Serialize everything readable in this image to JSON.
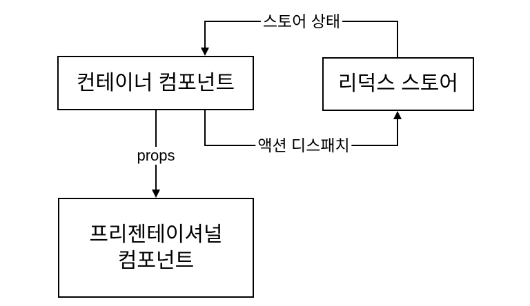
{
  "colors": {
    "background": "#ffffff",
    "stroke": "#000000",
    "text": "#000000"
  },
  "nodes": {
    "container": {
      "label": "컨테이너 컴포넌트"
    },
    "store": {
      "label": "리덕스 스토어"
    },
    "presentational": {
      "lines": [
        "프리젠테이셔널",
        "컴포넌트"
      ]
    }
  },
  "edges": {
    "store_state": {
      "label": "스토어 상태",
      "from": "store",
      "to": "container"
    },
    "action_dispatch": {
      "label": "액션 디스패치",
      "from": "container",
      "to": "store"
    },
    "props": {
      "label": "props",
      "from": "container",
      "to": "presentational"
    }
  }
}
